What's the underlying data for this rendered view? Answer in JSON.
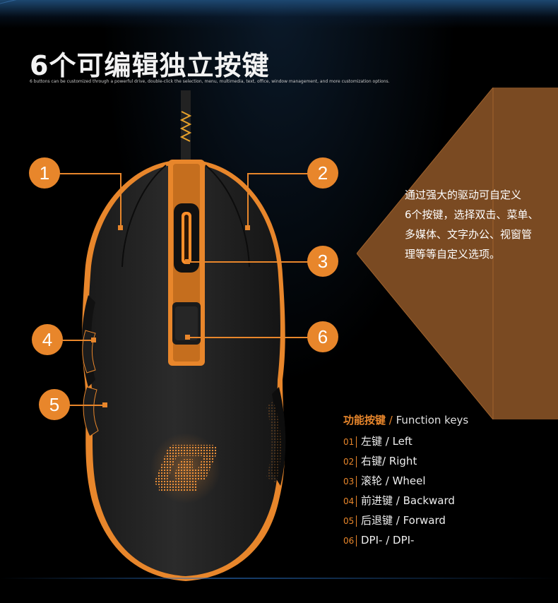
{
  "header": {
    "title": "6个可编辑独立按键",
    "subtitle": "6 buttons can be customized through a powerful drive, double-click the selection, menu, multimedia, text, office, window management, and more customization options."
  },
  "callouts": [
    "1",
    "2",
    "3",
    "4",
    "5",
    "6"
  ],
  "description": {
    "lines": [
      "通过强大的驱动可自定义",
      "6个按键，选择双击、菜单、",
      "多媒体、文字办公、视窗管",
      "理等等自定义选项。"
    ]
  },
  "function_keys": {
    "heading_zh": "功能按键",
    "separator": " / ",
    "heading_en": "Function keys",
    "items": [
      {
        "num": "01",
        "label": "左键 / Left"
      },
      {
        "num": "02",
        "label": "右键/ Right"
      },
      {
        "num": "03",
        "label": "滚轮 / Wheel"
      },
      {
        "num": "04",
        "label": "前进键 / Backward"
      },
      {
        "num": "05",
        "label": "后退键 / Forward"
      },
      {
        "num": "06",
        "label": "DPI- / DPI-"
      }
    ]
  },
  "colors": {
    "accent": "#e8862b",
    "panel": "#7a4a22",
    "background": "#000000"
  },
  "icons": [
    "gaming-mouse-image",
    "mouse-logo-icon"
  ]
}
